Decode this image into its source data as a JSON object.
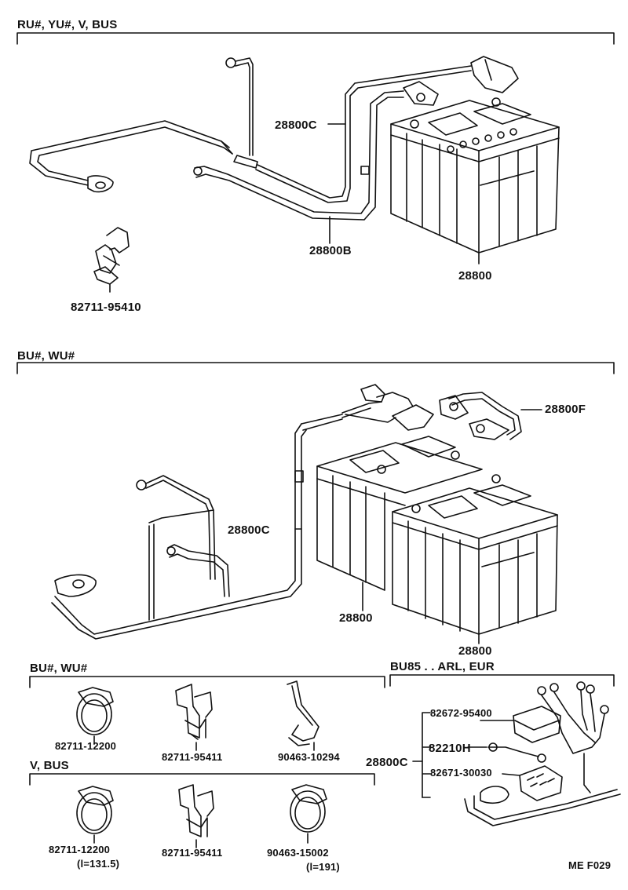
{
  "sections": {
    "top": {
      "heading": "RU#, YU#, V, BUS"
    },
    "middle": {
      "heading": "BU#, WU#"
    },
    "clamps_bu": {
      "heading": "BU#, WU#"
    },
    "clamps_v": {
      "heading": "V, BUS"
    },
    "bu85": {
      "heading": "BU85 . . ARL, EUR"
    }
  },
  "top_parts": {
    "cable_c": "28800C",
    "cable_b": "28800B",
    "battery": "28800",
    "clamp": "82711-95410"
  },
  "middle_parts": {
    "cable_f": "28800F",
    "cable_c": "28800C",
    "battery_left": "28800",
    "battery_right": "28800"
  },
  "clamps_bu_parts": [
    "82711-12200",
    "82711-95411",
    "90463-10294"
  ],
  "clamps_v_parts": [
    {
      "number": "82711-12200",
      "note": "(l=131.5)"
    },
    {
      "number": "82711-95411",
      "note": ""
    },
    {
      "number": "90463-15002",
      "note": "(l=191)"
    }
  ],
  "bu85_parts": {
    "cable_c": "28800C",
    "relay": "82672-95400",
    "wire": "82210H",
    "block": "82671-30030"
  },
  "figure_code": "ME F029",
  "colors": {
    "ink": "#111111",
    "paper": "#ffffff"
  }
}
